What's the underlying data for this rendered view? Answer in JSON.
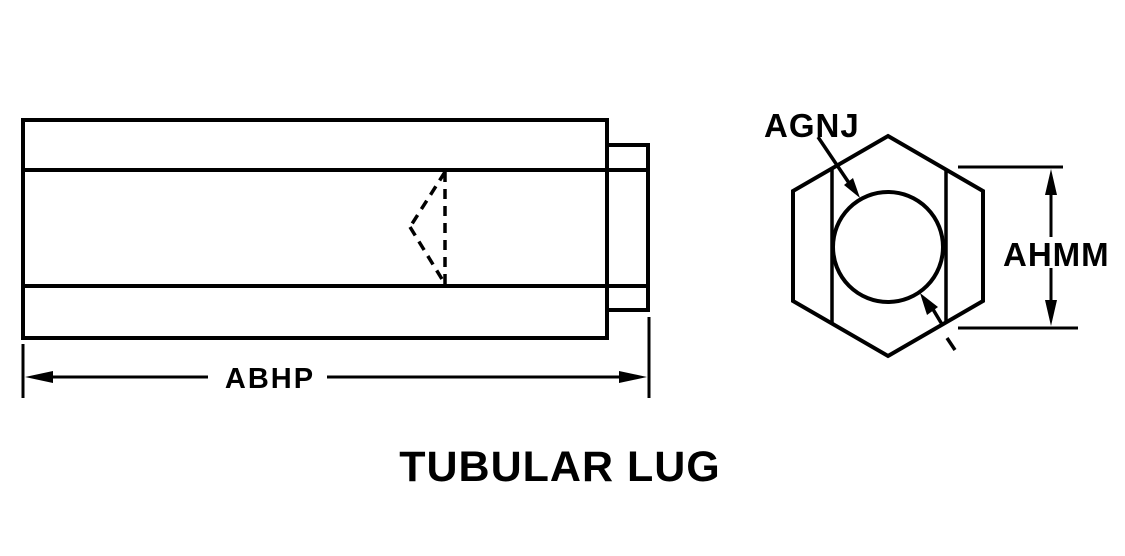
{
  "drawing": {
    "title": "TUBULAR LUG",
    "dimensions": {
      "length_label": "ABHP",
      "hole_label": "AGNJ",
      "height_label": "AHMM"
    },
    "colors": {
      "line": "#000000",
      "background": "#ffffff"
    }
  }
}
